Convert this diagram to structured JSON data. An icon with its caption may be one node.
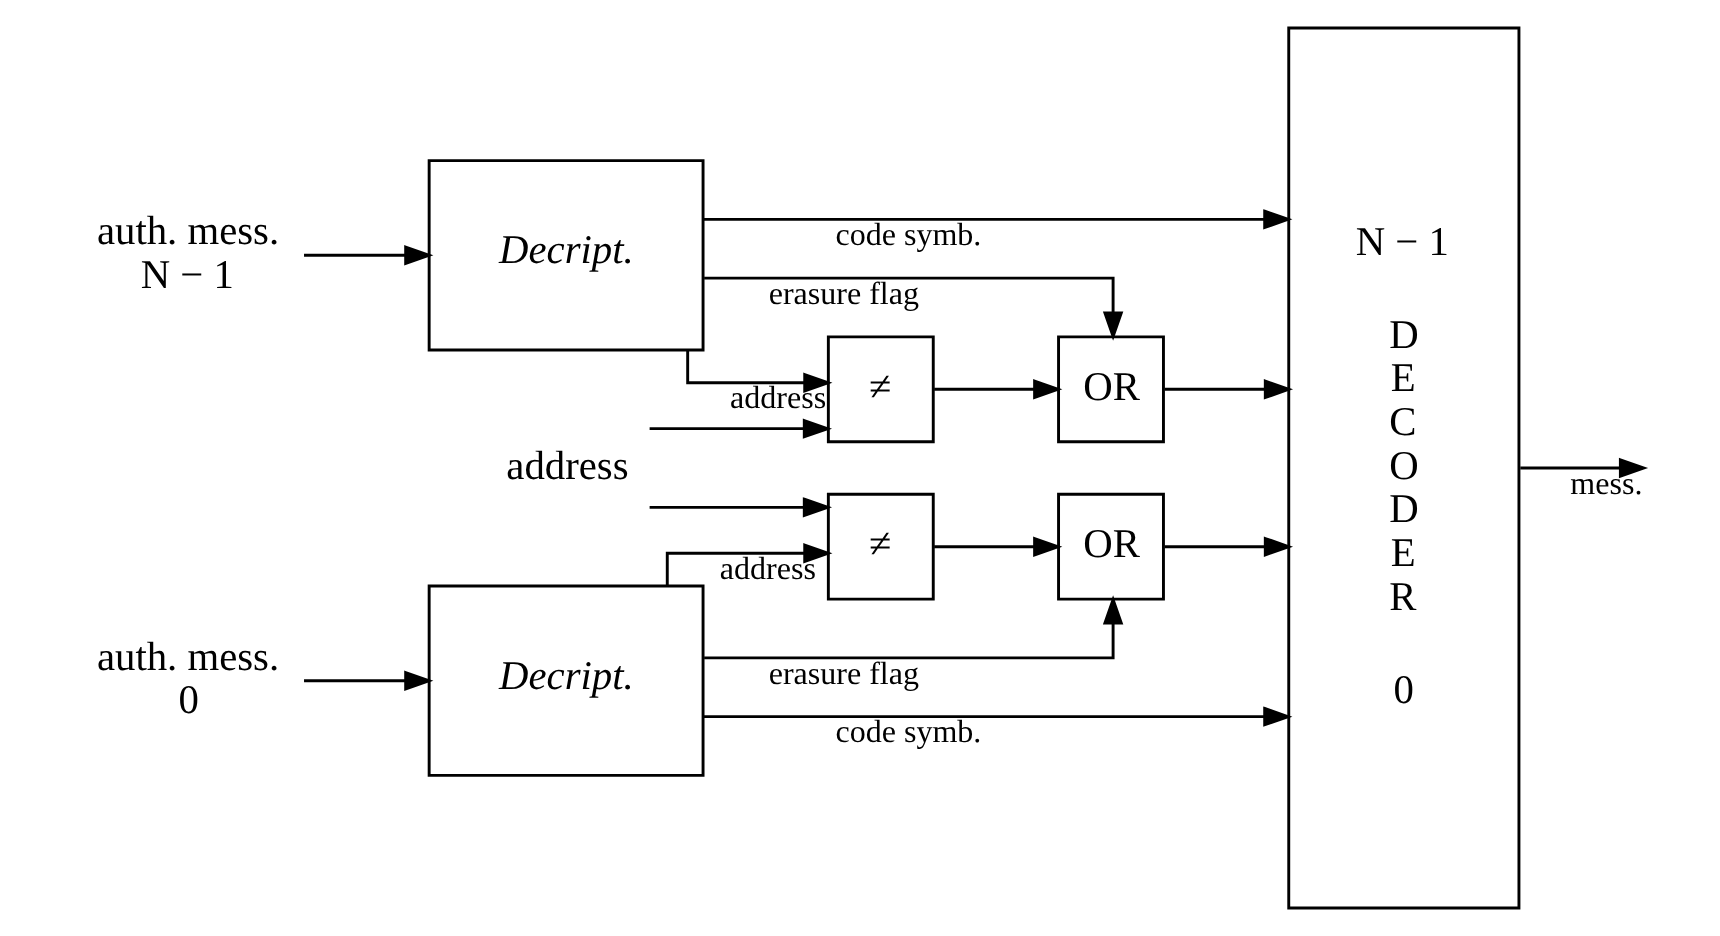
{
  "diagram": {
    "nodes": [
      {
        "text": [
          "auth. mess.",
          "N − 1"
        ]
      },
      {
        "text": [
          "Decript."
        ]
      },
      {
        "text": [
          "≠"
        ]
      },
      {
        "text": [
          "OR"
        ]
      },
      {
        "text": [
          "auth. mess.",
          "0"
        ]
      },
      {
        "text": [
          "Decript."
        ]
      },
      {
        "text": [
          "≠"
        ]
      },
      {
        "text": [
          "OR"
        ]
      },
      {
        "text": [
          "address"
        ]
      },
      {
        "text": [
          "N − 1",
          "DECODER",
          "0"
        ]
      }
    ],
    "edges": [
      {
        "from": 0,
        "to": 1,
        "arrow": "to"
      },
      {
        "from": 1,
        "to": 9,
        "arrow": "to",
        "label": "code symb."
      },
      {
        "from": 1,
        "to": 3,
        "arrow": "to",
        "label": "erasure flag"
      },
      {
        "from": 1,
        "to": 2,
        "arrow": "to",
        "label": "address"
      },
      {
        "from": 8,
        "to": 2,
        "arrow": "to"
      },
      {
        "from": 2,
        "to": 3,
        "arrow": "to"
      },
      {
        "from": 3,
        "to": 9,
        "arrow": "to"
      },
      {
        "from": 4,
        "to": 5,
        "arrow": "to"
      },
      {
        "from": 5,
        "to": 9,
        "arrow": "to",
        "label": "code symb."
      },
      {
        "from": 5,
        "to": 7,
        "arrow": "to",
        "label": "erasure flag"
      },
      {
        "from": 5,
        "to": 6,
        "arrow": "to",
        "label": "address"
      },
      {
        "from": 8,
        "to": 6,
        "arrow": "to"
      },
      {
        "from": 6,
        "to": 7,
        "arrow": "to"
      },
      {
        "from": 7,
        "to": 9,
        "arrow": "to"
      },
      {
        "from": 9,
        "to": null,
        "arrow": "to",
        "label": "mess."
      }
    ]
  }
}
